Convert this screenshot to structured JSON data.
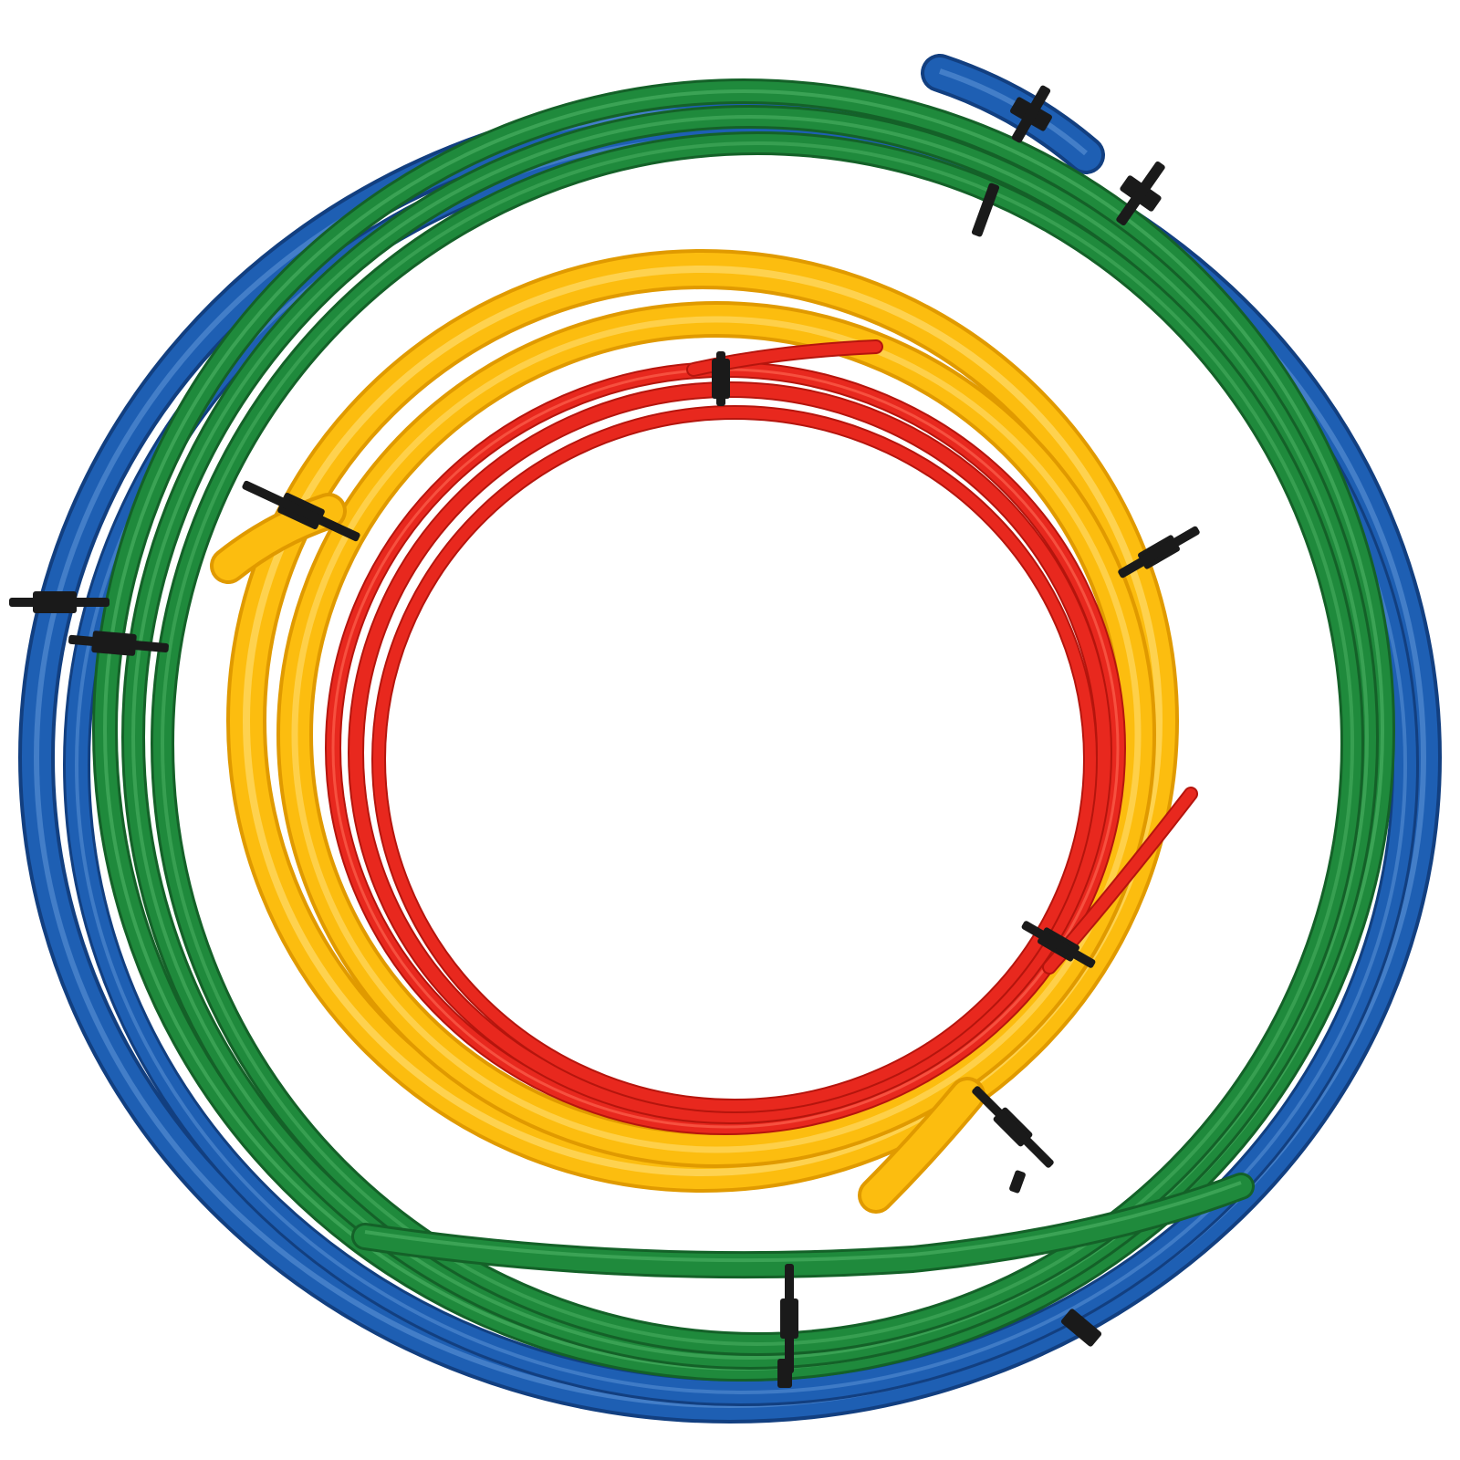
{
  "photo": {
    "background": "#ffffff",
    "coils": [
      {
        "name": "blue-tubing-coil",
        "color": "#1e5fb3",
        "shade": "#123f80",
        "light": "#5b92d6"
      },
      {
        "name": "green-tubing-coil",
        "color": "#1f8a3c",
        "shade": "#146128",
        "light": "#4fb466"
      },
      {
        "name": "yellow-tubing-coil",
        "color": "#fcbd0f",
        "shade": "#e09a00",
        "light": "#ffe07a"
      },
      {
        "name": "red-tubing-coil",
        "color": "#e8281e",
        "shade": "#b5150d",
        "light": "#ff6a55"
      }
    ],
    "cable_tie_color": "#1a1a1a",
    "cable_tie_count": 14
  }
}
